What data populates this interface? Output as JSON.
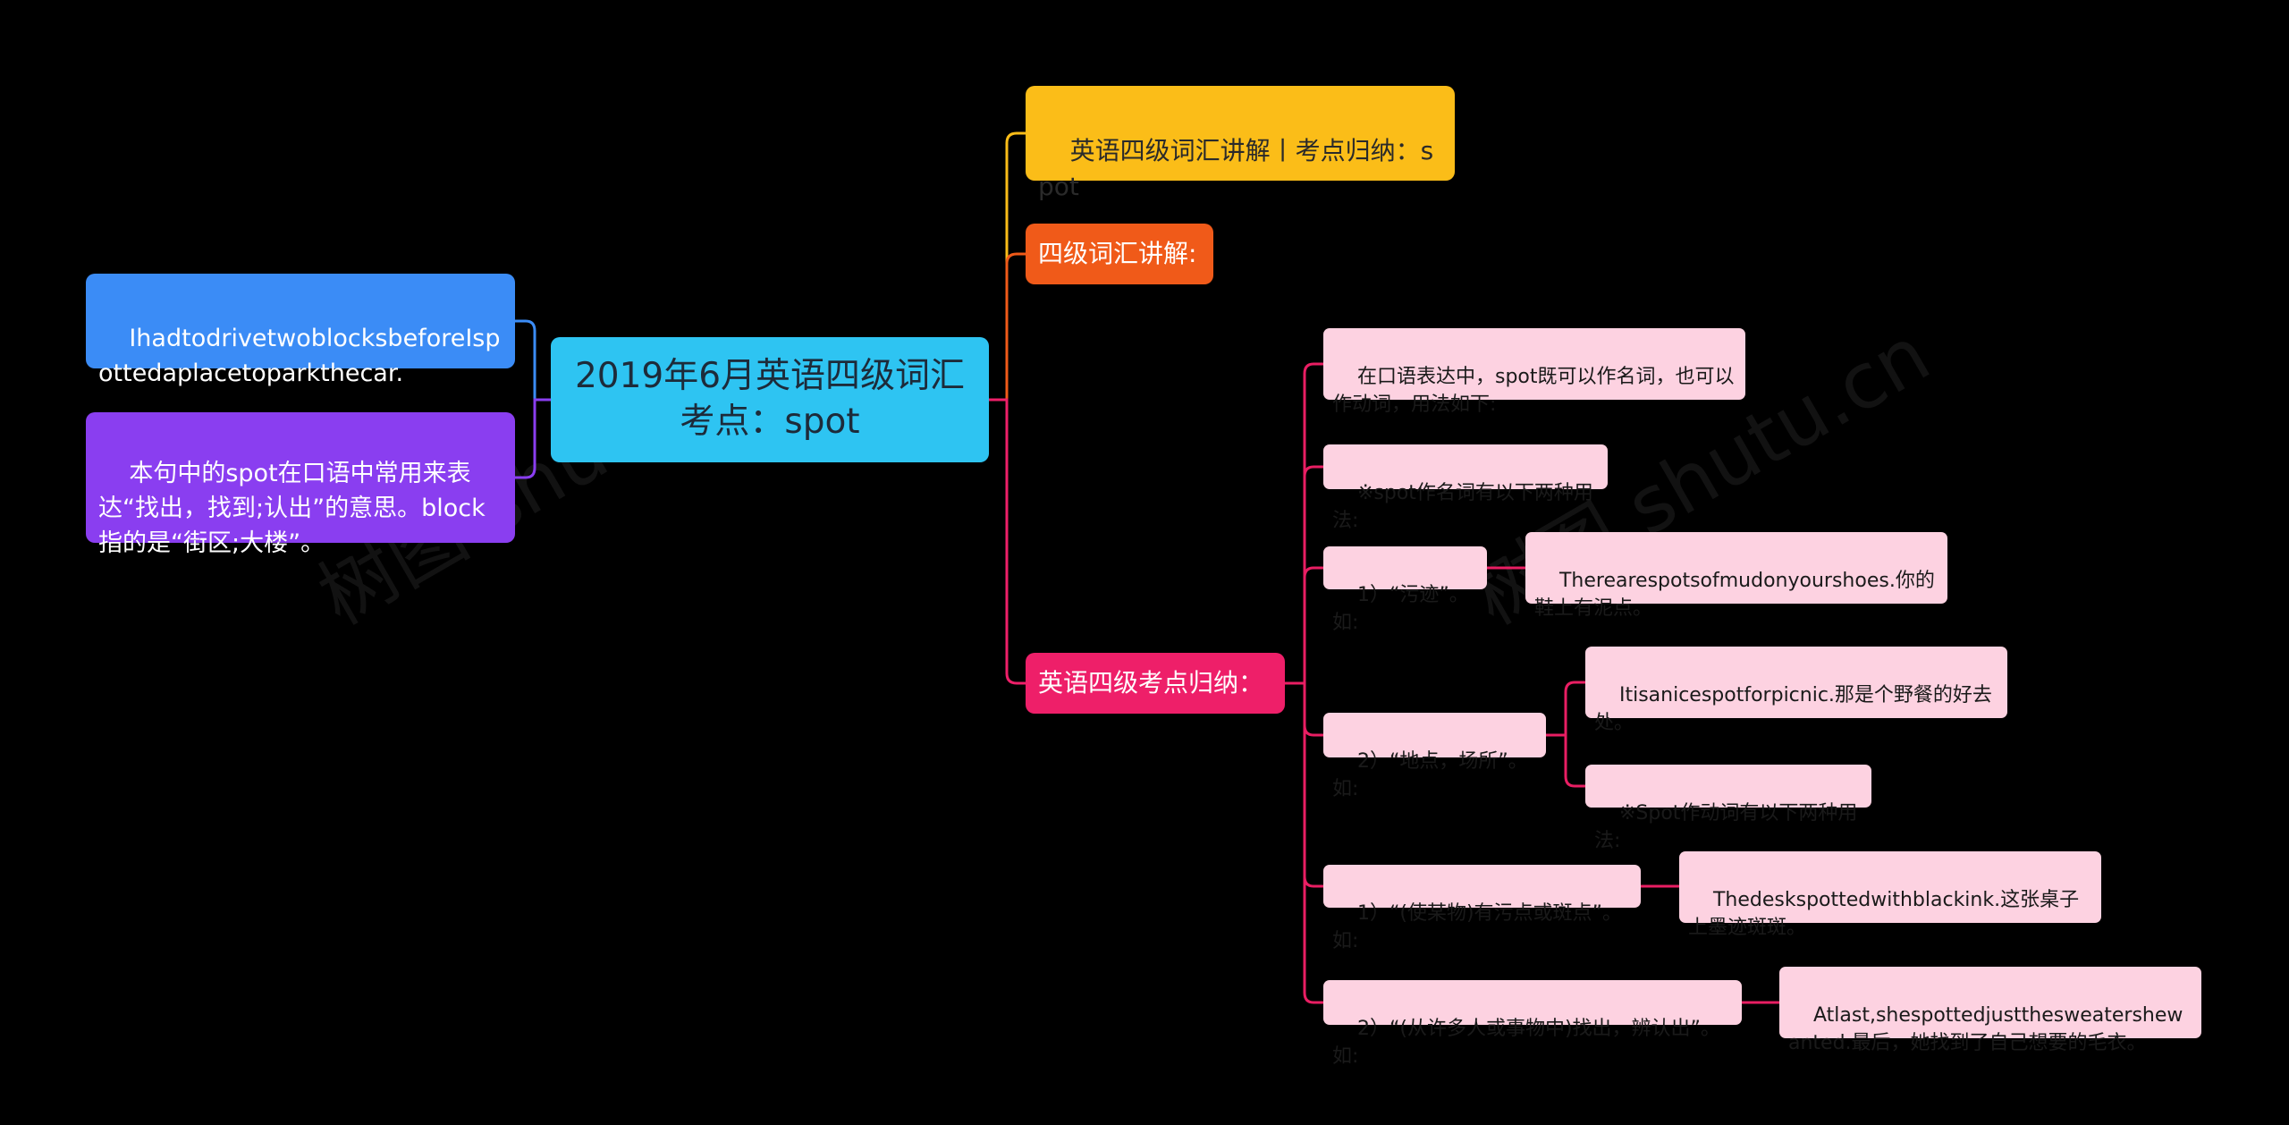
{
  "root": {
    "text": "2019年6月英语四级词汇考点：spot"
  },
  "right_branches": {
    "b1": "英语四级词汇讲解丨考点归纳：spot",
    "b2": "四级词汇讲解:",
    "b3": "英语四级考点归纳："
  },
  "left_branches": {
    "l1": "IhadtodrivetwoblocksbeforeIspottedaplacetoparkthecar.",
    "l2": "本句中的spot在口语中常用来表达“找出，找到;认出”的意思。block指的是“街区;大楼”。"
  },
  "leaves": {
    "n1": "在口语表达中，spot既可以作名词，也可以作动词，用法如下:",
    "n2": "※spot作名词有以下两种用法:",
    "n3": "1）“污迹”。如:",
    "n3a": "Therearespotsofmudonyourshoes.你的鞋上有泥点。",
    "n4": "2）“地点，场所”。如:",
    "n4a": "Itisanicespotforpicnic.那是个野餐的好去处。",
    "n4b": "※Spot作动词有以下两种用法:",
    "n5": "1）“(使某物)有污点或斑点”。如:",
    "n5a": "Thedeskspottedwithblackink.这张桌子上墨迹斑斑。",
    "n6": "2）“(从许多人或事物中)找出，辨认出”。如:",
    "n6a": "Atlast,shespottedjustthesweatershewanted.最后，她找到了自己想要的毛衣。"
  },
  "watermark": "树图 shutu.cn",
  "colors": {
    "background": "#000000",
    "root": "#2ec4f2",
    "yellow": "#fbbd18",
    "orange": "#f05a19",
    "pink": "#ee1f69",
    "blue": "#3b8cf6",
    "purple": "#8a3ef0",
    "leaf": "#fdd2e1",
    "link_pink": "#e91e63"
  }
}
